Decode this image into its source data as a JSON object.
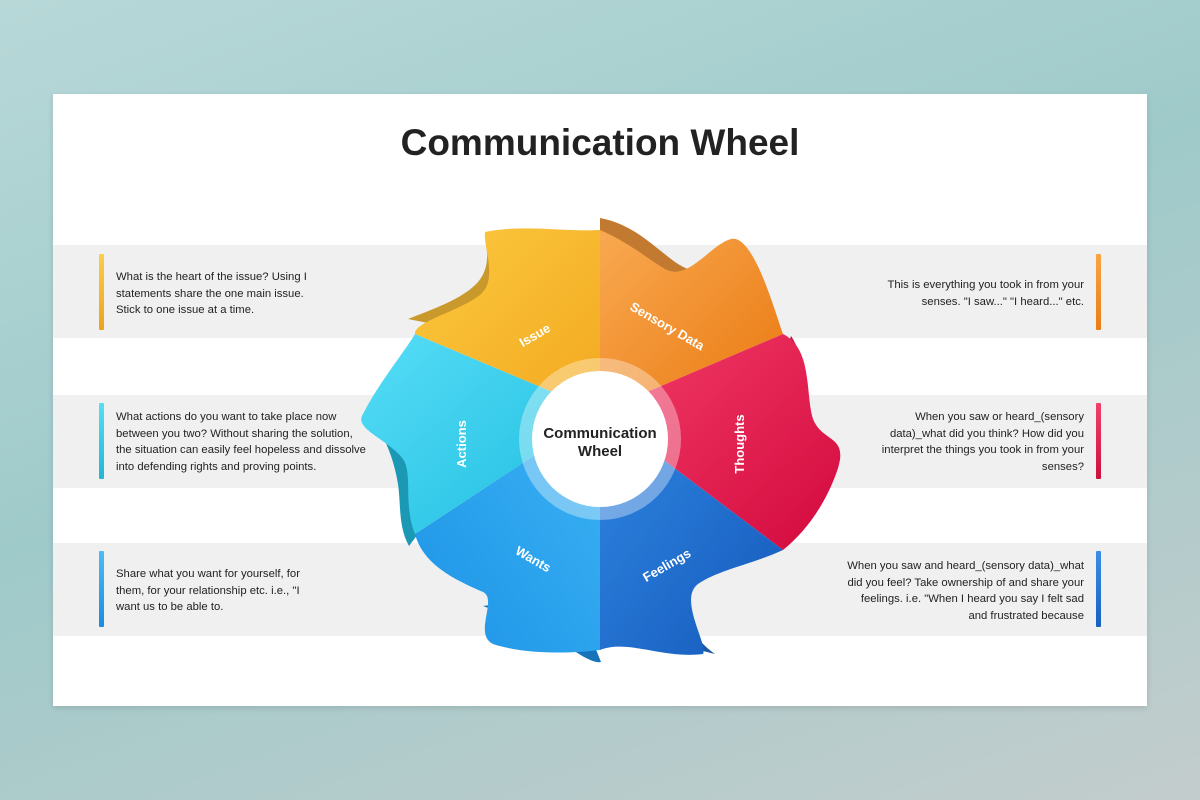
{
  "title": "Communication Wheel",
  "wheel": {
    "center_line1": "Communication",
    "center_line2": "Wheel",
    "segments": [
      {
        "label": "Sensory Data",
        "color": "#f28a26"
      },
      {
        "label": "Thoughts",
        "color": "#e5194e"
      },
      {
        "label": "Feelings",
        "color": "#1e70cf"
      },
      {
        "label": "Wants",
        "color": "#2aa4ee"
      },
      {
        "label": "Actions",
        "color": "#2cc8e8"
      },
      {
        "label": "Issue",
        "color": "#f5b32a"
      }
    ]
  },
  "descriptions": {
    "issue": {
      "line1": "What is the heart of the issue? Using I",
      "line2": "statements share the one main issue.",
      "line3": "Stick to one issue at a time."
    },
    "actions": {
      "line1": "What actions do you want to take place now",
      "line2": "between you two? Without sharing the solution,",
      "line3": "the situation can easily feel hopeless and dissolve",
      "line4": "into defending rights and proving points."
    },
    "wants": {
      "line1": "Share what you want for yourself, for",
      "line2": "them, for your relationship etc. i.e., \"I",
      "line3": "want us to be able to."
    },
    "sensory": {
      "line1": "This is everything you took in from your",
      "line2": "senses. \"I saw...\" \"I heard...\" etc."
    },
    "thoughts": {
      "line1": "When you saw or heard_(sensory",
      "line2": "data)_what did you think? How did you",
      "line3": "interpret the things you took in from your",
      "line4": "senses?"
    },
    "feelings": {
      "line1": "When you saw and heard_(sensory data)_what",
      "line2": "did you feel? Take ownership of and share your",
      "line3": "feelings. i.e. \"When I heard you say I felt sad",
      "line4": "and frustrated because"
    }
  },
  "accent_colors": {
    "issue": "#f5b32a",
    "actions": "#2cc8e8",
    "wants": "#2aa4ee",
    "sensory": "#f28a26",
    "thoughts": "#e5194e",
    "feelings": "#1e70cf"
  }
}
